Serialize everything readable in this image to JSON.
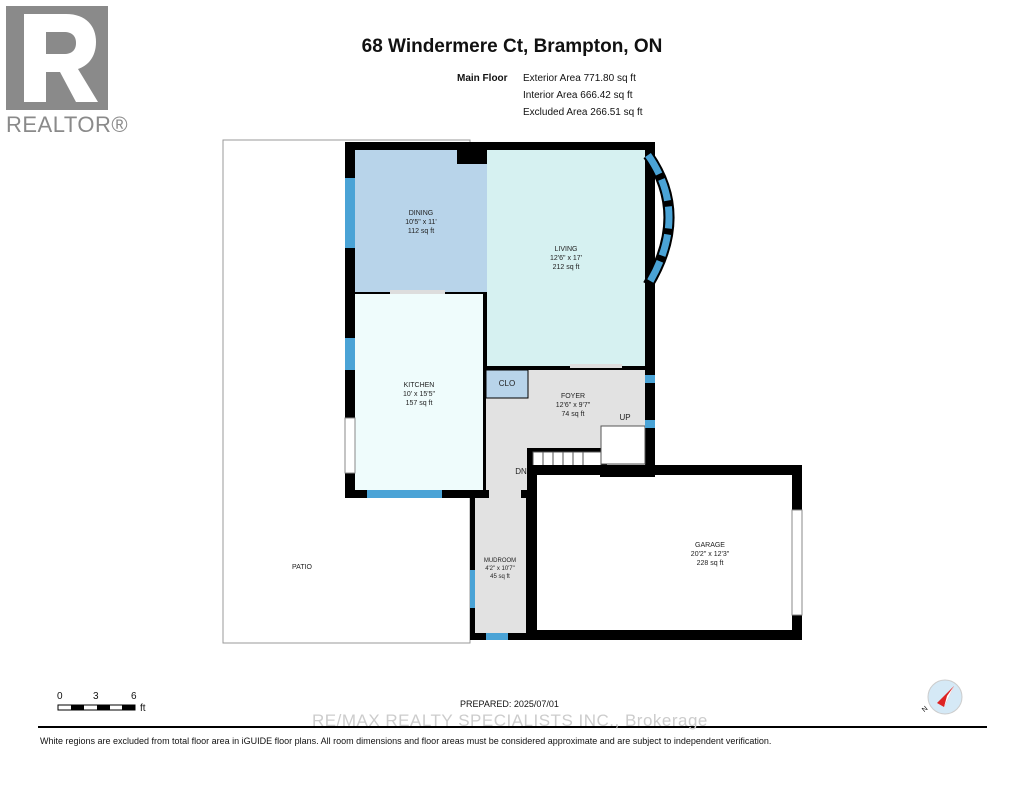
{
  "branding": {
    "logo_text": "REALTOR®"
  },
  "header": {
    "title": "68 Windermere Ct, Brampton, ON",
    "floor": "Main Floor",
    "exterior_area": "Exterior Area 771.80 sq ft",
    "interior_area": "Interior Area 666.42 sq ft",
    "excluded_area": "Excluded Area 266.51 sq ft"
  },
  "rooms": [
    {
      "name": "DINING",
      "dims": "10'5\" x 11'",
      "area": "112 sq ft"
    },
    {
      "name": "LIVING",
      "dims": "12'6\" x 17'",
      "area": "212 sq ft"
    },
    {
      "name": "KITCHEN",
      "dims": "10' x 15'5\"",
      "area": "157 sq ft"
    },
    {
      "name": "FOYER",
      "dims": "12'6\" x 9'7\"",
      "area": "74 sq ft"
    },
    {
      "name": "GARAGE",
      "dims": "20'2\" x 12'3\"",
      "area": "228 sq ft"
    },
    {
      "name": "MUDROOM",
      "dims": "4'2\" x 10'7\"",
      "area": "45 sq ft"
    }
  ],
  "labels": {
    "clo": "CLO",
    "up": "UP",
    "dn": "DN",
    "patio": "PATIO"
  },
  "scale": {
    "t0": "0",
    "t3": "3",
    "t6": "6",
    "unit": "ft"
  },
  "prepared": "PREPARED: 2025/07/01",
  "watermark": "RE/MAX REALTY SPECIALISTS INC., Brokerage",
  "disclaimer": "White regions are excluded from total floor area in iGUIDE floor plans. All room dimensions and floor areas must be considered approximate and are subject to independent verification.",
  "compass": {
    "label": "N"
  },
  "colors": {
    "dining": "#b8d4ea",
    "living": "#d6f1f1",
    "kitchen": "#effcfc",
    "foyer": "#e2e2e2",
    "window": "#4aa3d6"
  }
}
